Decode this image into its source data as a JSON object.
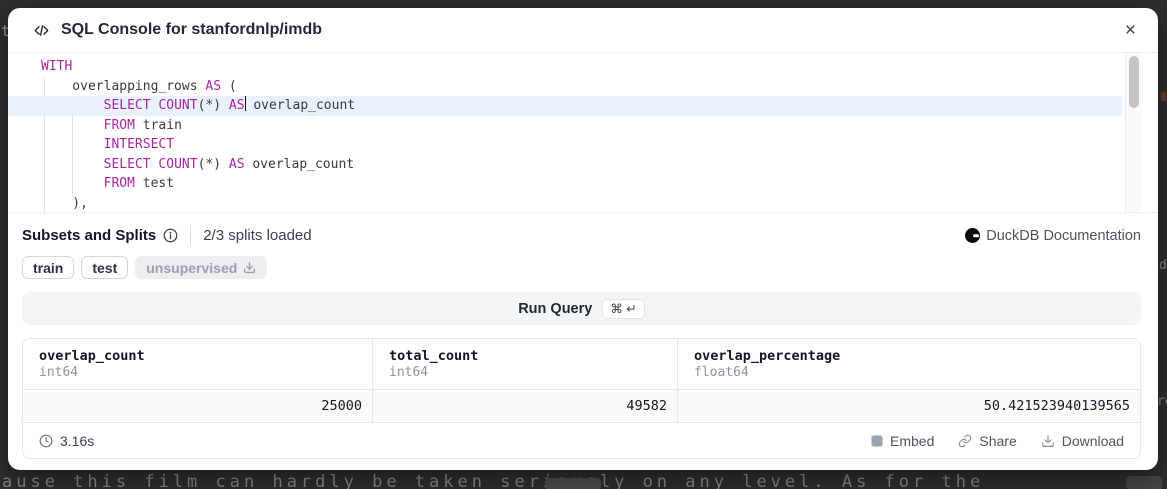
{
  "background": {
    "dim_sentence": "ause this film can hardly be taken seriously on any level. As for the",
    "frag_left": "t",
    "frag_right_1": "d",
    "frag_right_2": "ro"
  },
  "header": {
    "title": "SQL Console for stanfordnlp/imdb",
    "close_label": "×"
  },
  "editor": {
    "lines": [
      {
        "tokens": [
          {
            "t": "WITH",
            "k": "kw"
          }
        ]
      },
      {
        "tokens": [
          {
            "t": "    overlapping_rows "
          },
          {
            "t": "AS",
            "k": "kw"
          },
          {
            "t": " ("
          }
        ]
      },
      {
        "active": true,
        "tokens": [
          {
            "t": "        "
          },
          {
            "t": "SELECT",
            "k": "kw"
          },
          {
            "t": " "
          },
          {
            "t": "COUNT",
            "k": "kw"
          },
          {
            "t": "(*) "
          },
          {
            "t": "AS",
            "k": "kw",
            "caret": true
          },
          {
            "t": " overlap_count"
          }
        ]
      },
      {
        "tokens": [
          {
            "t": "        "
          },
          {
            "t": "FROM",
            "k": "kw"
          },
          {
            "t": " train"
          }
        ]
      },
      {
        "tokens": [
          {
            "t": "        "
          },
          {
            "t": "INTERSECT",
            "k": "kw"
          }
        ]
      },
      {
        "tokens": [
          {
            "t": "        "
          },
          {
            "t": "SELECT",
            "k": "kw"
          },
          {
            "t": " "
          },
          {
            "t": "COUNT",
            "k": "kw"
          },
          {
            "t": "(*) "
          },
          {
            "t": "AS",
            "k": "kw"
          },
          {
            "t": " overlap_count"
          }
        ]
      },
      {
        "tokens": [
          {
            "t": "        "
          },
          {
            "t": "FROM",
            "k": "kw"
          },
          {
            "t": " test"
          }
        ]
      },
      {
        "tokens": [
          {
            "t": "    ),"
          }
        ]
      }
    ],
    "keyword_color": "#a626a4"
  },
  "splits": {
    "title": "Subsets and Splits",
    "status": "2/3 splits loaded",
    "doc_link": "DuckDB Documentation",
    "tags": [
      {
        "label": "train",
        "loaded": true
      },
      {
        "label": "test",
        "loaded": true
      },
      {
        "label": "unsupervised",
        "loaded": false
      }
    ]
  },
  "run_query": {
    "label": "Run Query",
    "shortcut": "⌘ ↵"
  },
  "results": {
    "columns": [
      {
        "name": "overlap_count",
        "type": "int64"
      },
      {
        "name": "total_count",
        "type": "int64"
      },
      {
        "name": "overlap_percentage",
        "type": "float64"
      }
    ],
    "rows": [
      [
        "25000",
        "49582",
        "50.421523940139565"
      ]
    ],
    "elapsed": "3.16s",
    "actions": [
      {
        "label": "Embed"
      },
      {
        "label": "Share"
      },
      {
        "label": "Download"
      }
    ]
  }
}
